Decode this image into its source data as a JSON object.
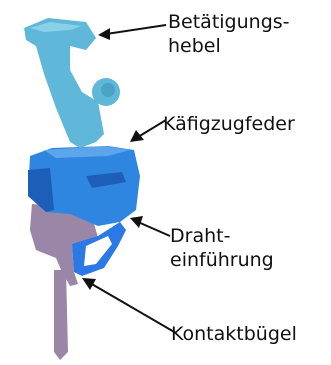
{
  "labels": {
    "actuating_lever": [
      "Betätigungs-",
      "hebel"
    ],
    "cage_clamp_spring": "Käfigzugfeder",
    "wire_entry": [
      "Draht-",
      "einführung"
    ],
    "contact_bracket": "Kontaktbügel"
  },
  "colors": {
    "lever": "#5fb8d9",
    "spring": "#2f86e0",
    "spring_dark": "#1d5fb8",
    "wire_entry": "#2a79e6",
    "bracket": "#9a86a6",
    "arrow": "#111111"
  }
}
